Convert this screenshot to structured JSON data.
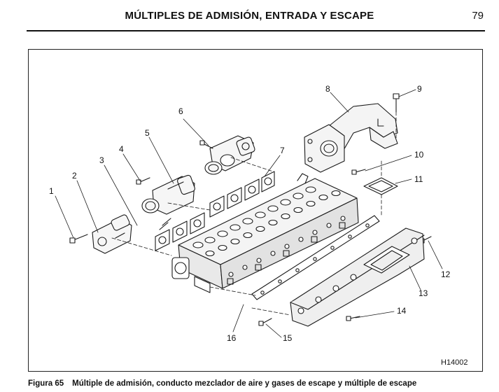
{
  "header": {
    "title": "MÚLTIPLES DE ADMISIÓN, ENTRADA Y ESCAPE",
    "page_number": "79"
  },
  "figure": {
    "callouts": [
      "1",
      "2",
      "3",
      "4",
      "5",
      "6",
      "7",
      "8",
      "9",
      "10",
      "11",
      "12",
      "13",
      "14",
      "15",
      "16"
    ],
    "code": "H14002"
  },
  "caption": {
    "label": "Figura 65",
    "text": "Múltiple de admisión, conducto mezclador de aire y gases de escape y múltiple de escape"
  }
}
